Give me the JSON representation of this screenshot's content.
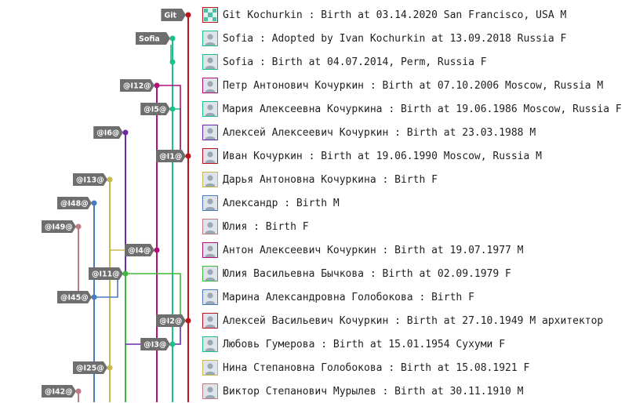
{
  "branch_tags": [
    {
      "label": "Git",
      "row": 0,
      "lane": 6
    },
    {
      "label": "Sofia",
      "row": 1,
      "lane": 5
    },
    {
      "label": "@I12@",
      "row": 3,
      "lane": 4
    },
    {
      "label": "@I5@",
      "row": 4,
      "lane": 5
    },
    {
      "label": "@I6@",
      "row": 5,
      "lane": 3
    },
    {
      "label": "@I1@",
      "row": 6,
      "lane": 6
    },
    {
      "label": "@I13@",
      "row": 7,
      "lane": 2
    },
    {
      "label": "@I48@",
      "row": 8,
      "lane": 1
    },
    {
      "label": "@I49@",
      "row": 9,
      "lane": 0
    },
    {
      "label": "@I4@",
      "row": 10,
      "lane": 4
    },
    {
      "label": "@I11@",
      "row": 11,
      "lane": 3
    },
    {
      "label": "@I45@",
      "row": 12,
      "lane": 1
    },
    {
      "label": "@I2@",
      "row": 13,
      "lane": 6
    },
    {
      "label": "@I3@",
      "row": 14,
      "lane": 5
    },
    {
      "label": "@I25@",
      "row": 15,
      "lane": 2
    },
    {
      "label": "@I42@",
      "row": 16,
      "lane": 0
    }
  ],
  "commits": [
    {
      "message": "Git Kochurkin : Birth at 03.14.2020 San Francisco, USA M",
      "lane": 6,
      "color": "#c0121b",
      "avatar": "identicon"
    },
    {
      "message": "Sofia : Adopted by Ivan Kochurkin at 13.09.2018 Russia F",
      "lane": 5,
      "color": "#1bbf8a",
      "avatar": "default"
    },
    {
      "message": "Sofia : Birth at 04.07.2014, Perm, Russia F",
      "lane": 5,
      "color": "#1bbf8a",
      "avatar": "default"
    },
    {
      "message": "Петр Антонович Кочуркин : Birth at 07.10.2006 Moscow, Russia M",
      "lane": 4,
      "color": "#b0107a",
      "avatar": "default"
    },
    {
      "message": "Мария Алексеевна Кочуркина : Birth at 19.06.1986 Moscow, Russia F",
      "lane": 5,
      "color": "#1bbf8a",
      "avatar": "default"
    },
    {
      "message": "Алексей Алексеевич Кочуркин : Birth at 23.03.1988 M",
      "lane": 3,
      "color": "#6a2aa8",
      "avatar": "default"
    },
    {
      "message": "Иван Кочуркин : Birth at 19.06.1990 Moscow, Russia M",
      "lane": 6,
      "color": "#c0121b",
      "avatar": "default"
    },
    {
      "message": "Дарья Антоновна Кочуркина : Birth F",
      "lane": 2,
      "color": "#c8b850",
      "avatar": "default"
    },
    {
      "message": "Александр : Birth M",
      "lane": 1,
      "color": "#4a7cc0",
      "avatar": "default"
    },
    {
      "message": "Юлия : Birth F",
      "lane": 0,
      "color": "#c07a80",
      "avatar": "default"
    },
    {
      "message": "Антон Алексеевич Кочуркин : Birth at 19.07.1977 M",
      "lane": 4,
      "color": "#b0107a",
      "avatar": "default"
    },
    {
      "message": "Юлия Васильевна Бычкова : Birth at 02.09.1979 F",
      "lane": 3,
      "color": "#3cb83a",
      "avatar": "default"
    },
    {
      "message": "Марина Александровна Голобокова : Birth F",
      "lane": 1,
      "color": "#4a7cc0",
      "avatar": "default"
    },
    {
      "message": "Алексей Васильевич Кочуркин : Birth at 27.10.1949 M архитектор",
      "lane": 6,
      "color": "#c0121b",
      "avatar": "default"
    },
    {
      "message": "Любовь Гумерова : Birth at 15.01.1954 Сухуми F",
      "lane": 5,
      "color": "#1bbf8a",
      "avatar": "default"
    },
    {
      "message": "Нина Степановна Голобокова : Birth at 15.08.1921 F",
      "lane": 2,
      "color": "#c8b850",
      "avatar": "default"
    },
    {
      "message": "Виктор Степанович Мурылев : Birth at 30.11.1910 M",
      "lane": 0,
      "color": "#c07a80",
      "avatar": "default"
    }
  ],
  "graph_lines": [
    {
      "lane": 6,
      "from_row": 0,
      "to_row": 17,
      "color": "#c0121b"
    },
    {
      "lane": 5,
      "from_row": 1,
      "to_row": 17,
      "color": "#1bbf8a"
    },
    {
      "lane": 4,
      "from_row": 3,
      "to_row": 17,
      "color": "#b0107a"
    },
    {
      "lane": 3,
      "from_row": 5,
      "to_row": 17,
      "color": "#6a2aa8"
    },
    {
      "lane": 2,
      "from_row": 7,
      "to_row": 17,
      "color": "#c8b850"
    },
    {
      "lane": 1,
      "from_row": 8,
      "to_row": 17,
      "color": "#4a7cc0"
    },
    {
      "lane": 0,
      "from_row": 9,
      "to_row": 12,
      "color": "#c07a80"
    },
    {
      "lane": 0,
      "from_row": 16,
      "to_row": 17,
      "color": "#c07a80"
    },
    {
      "lane": 3,
      "from_row": 11,
      "to_row": 17,
      "color": "#3cb83a"
    }
  ],
  "merges": [
    {
      "from_lane": 5,
      "from_row": 2,
      "to_lane": 5,
      "to_row": 1,
      "color": "#1bbf8a"
    },
    {
      "from_lane": 5,
      "from_row": 4,
      "to_lane": 6,
      "to_row": 6,
      "color": "#1bbf8a"
    },
    {
      "from_lane": 3,
      "from_row": 14,
      "to_lane": 6,
      "to_row": 13,
      "color": "#6a2aa8"
    },
    {
      "from_lane": 4,
      "from_row": 14,
      "to_lane": 5,
      "to_row": 14,
      "color": "#b0107a"
    },
    {
      "from_lane": 2,
      "from_row": 10,
      "to_lane": 4,
      "to_row": 10,
      "color": "#c8b850"
    },
    {
      "from_lane": 1,
      "from_row": 12,
      "to_lane": 3,
      "to_row": 11,
      "color": "#4a7cc0"
    },
    {
      "from_lane": 0,
      "from_row": 12,
      "to_lane": 1,
      "to_row": 12,
      "color": "#c07a80"
    },
    {
      "from_lane": 3,
      "from_row": 11,
      "to_lane": 6,
      "to_row": 13,
      "color": "#3cb83a"
    },
    {
      "from_lane": 4,
      "from_row": 3,
      "to_lane": 6,
      "to_row": 6,
      "color": "#b0107a"
    }
  ]
}
